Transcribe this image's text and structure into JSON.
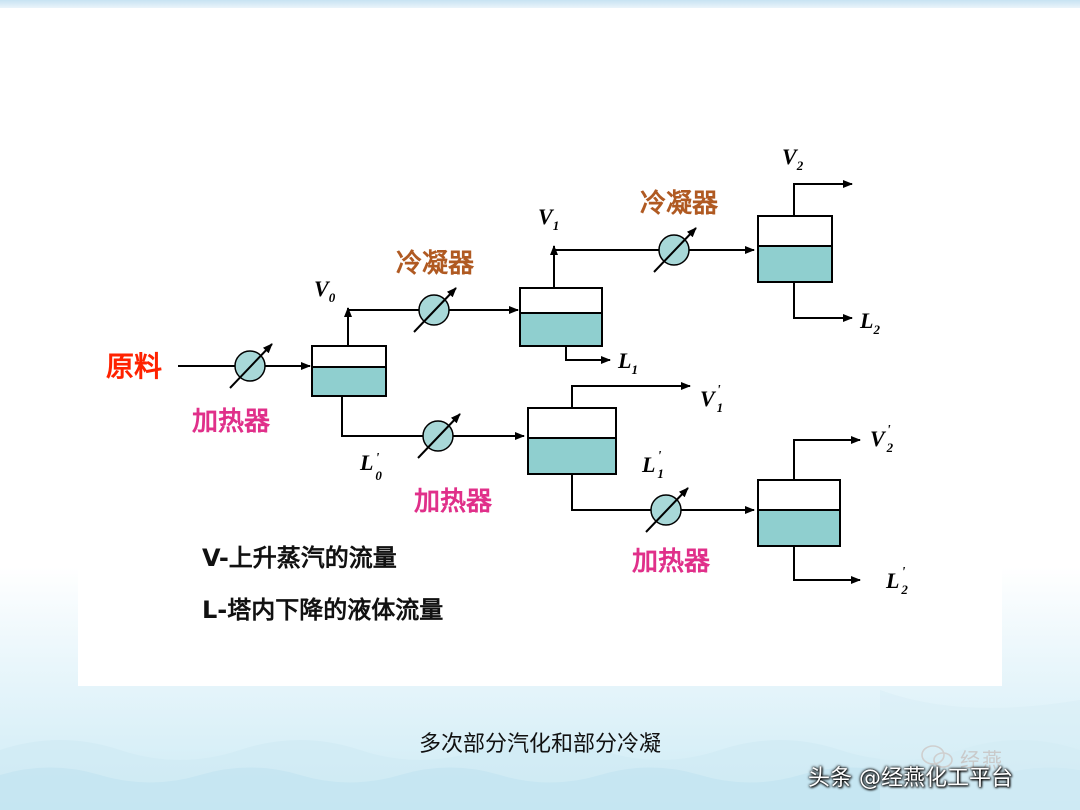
{
  "diagram": {
    "feed_label": "原料",
    "heater_labels": [
      "加热器",
      "加热器",
      "加热器"
    ],
    "condenser_labels": [
      "冷凝器",
      "冷凝器"
    ],
    "streams": {
      "V0": {
        "main": "V",
        "sub": "0"
      },
      "V1": {
        "main": "V",
        "sub": "1"
      },
      "V2": {
        "main": "V",
        "sub": "2"
      },
      "L1": {
        "main": "L",
        "sub": "1"
      },
      "L2": {
        "main": "L",
        "sub": "2"
      },
      "L0p": {
        "main": "L",
        "sub": "0",
        "prime": "'"
      },
      "V1p": {
        "main": "V",
        "sub": "1",
        "prime": "'"
      },
      "L1p": {
        "main": "L",
        "sub": "1",
        "prime": "'"
      },
      "V2p": {
        "main": "V",
        "sub": "2",
        "prime": "'"
      },
      "L2p": {
        "main": "L",
        "sub": "2",
        "prime": "'"
      }
    },
    "legend": [
      "V-上升蒸汽的流量",
      "L-塔内下降的液体流量"
    ]
  },
  "caption": "多次部分汽化和部分冷凝",
  "watermark": "经燕",
  "credit": "头条 @经燕化工平台",
  "colors": {
    "vessel_liquid": "#8fcfcf",
    "exchanger_fill": "#a8d8d8",
    "feed_label": "#ff2200",
    "heater_label": "#e0308a",
    "condenser_label": "#b05a22",
    "line": "#000000"
  }
}
